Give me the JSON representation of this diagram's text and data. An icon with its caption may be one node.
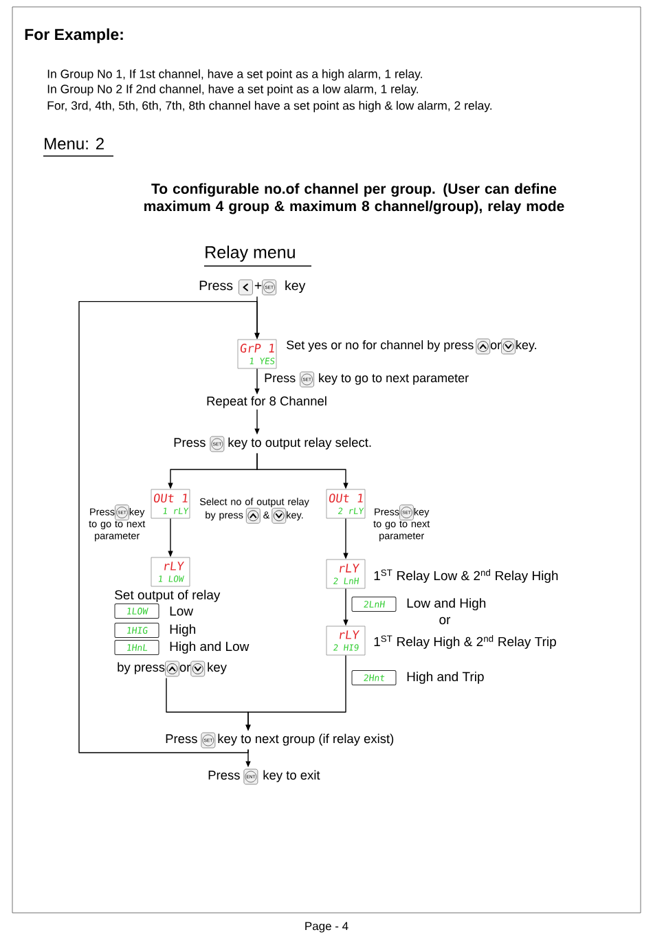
{
  "diagram": {
    "title": "For Example:",
    "nodes": [
      {
        "text": [
          "Press",
          "+",
          "SET",
          "key"
        ]
      },
      {
        "text": [
          "GrP 1",
          "1 YES"
        ],
        "beside": [
          "Set yes or no for channel by press",
          "or",
          "key."
        ]
      },
      {
        "text": [
          "Repeat for 8 Channel"
        ]
      },
      {
        "text": [
          "Press",
          "SET",
          "key to output relay select."
        ]
      },
      {
        "text": [
          "OUt 1",
          "1 rLY"
        ],
        "beside": [
          "Press",
          "SET",
          "key to go to next parameter"
        ]
      },
      {
        "text": [
          "rLY",
          "1 LOW"
        ]
      },
      {
        "text": [
          "OUt 1",
          "2 rLY"
        ],
        "beside": [
          "Press",
          "SET",
          "key to go to next parameter"
        ]
      },
      {
        "text": [
          "rLY",
          "2 LnH"
        ],
        "beside": [
          "1$^{ST}$ Relay Low & 2$^{nd}$ Relay High"
        ]
      },
      {
        "text": [
          "rLY",
          "2 HI9"
        ],
        "beside": [
          "1$^{ST}$ Relay High & 2$^{nd}$ Relay Trip"
        ]
      },
      {
        "text": [
          "1LOW"
        ],
        "beside": [
          "Low"
        ]
      },
      {
        "text": [
          "1HIG"
        ],
        "beside": [
          "High"
        ]
      },
      {
        "text": [
          "1HnL"
        ],
        "beside": [
          "High and Low"
        ]
      },
      {
        "text": [
          "by press",
          "or",
          "key"
        ]
      },
      {
        "text": [
          "2LnH"
        ],
        "beside": [
          "Low and High"
        ]
      },
      {
        "text": [
          "2Hnt"
        ],
        "beside": [
          "High and Trip"
        ]
      },
      {
        "text": [
          "Press",
          "SET",
          "key to next group (if relay exist)"
        ]
      },
      {
        "text": [
          "Press",
          "ENT",
          "key to exit"
        ]
      }
    ],
    "edges": [
      {
        "from": 0,
        "to": 1,
        "arrow": "to"
      },
      {
        "from": 1,
        "to": 2,
        "arrow": "to"
      },
      {
        "from": 2,
        "to": 3,
        "arrow": "to"
      },
      {
        "from": 3,
        "to": 4,
        "arrow": "to"
      },
      {
        "from": 3,
        "to": 6,
        "arrow": "to"
      },
      {
        "from": 4,
        "to": 5,
        "arrow": "to"
      },
      {
        "from": 6,
        "to": 7,
        "arrow": "to"
      },
      {
        "from": 7,
        "to": 8,
        "arrow": "to"
      },
      {
        "from": 12,
        "to": 15,
        "arrow": "to"
      },
      {
        "from": 8,
        "to": 15,
        "arrow": "to"
      },
      {
        "from": 15,
        "to": 1,
        "arrow": "to"
      },
      {
        "from": 15,
        "to": 16,
        "arrow": "to"
      }
    ],
    "labels": [
      "In Group No 1, If 1st channel, have a set point as a high alarm, 1 relay.",
      "In Group No 2 If 2nd channel, have a set point as a low alarm, 1 relay.",
      "For, 3rd, 4th, 5th, 6th, 7th, 8th channel have a set point as high & low alarm, 2 relay.",
      "Menu: 2",
      "To configurable no.of channel per group. (User can define maximum 4 group & maximum 8 channel/group), relay mode",
      "Relay menu",
      "Press",
      "SET",
      "key to go to next parameter",
      "Select no of output relay by press",
      "&",
      "key.",
      "Set output of relay",
      "or",
      "Page - 4"
    ]
  }
}
